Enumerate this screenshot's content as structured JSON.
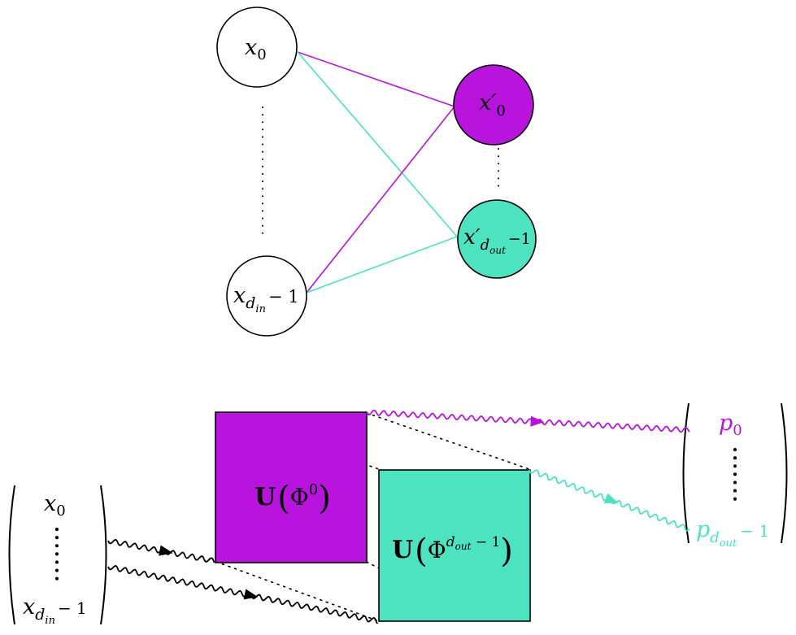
{
  "colors": {
    "magenta": "#b814de",
    "teal": "#4de3c1",
    "black": "#000000",
    "white": "#ffffff"
  },
  "network": {
    "input_first": {
      "base": "x",
      "sub": "0"
    },
    "input_last": {
      "base": "x",
      "sub": "d",
      "subsub": "in",
      "suffix": "− 1"
    },
    "output_first": {
      "base": "x′",
      "sub": "0"
    },
    "output_last": {
      "base": "x′",
      "sub": "d",
      "subsub": "out",
      "suffix": "−1"
    }
  },
  "pipeline": {
    "input_vector": {
      "top": {
        "base": "x",
        "sub": "0"
      },
      "bottom": {
        "base": "x",
        "sub": "d",
        "subsub": "in",
        "suffix": "− 1"
      }
    },
    "unitary_first": {
      "op": "U",
      "arg": "Φ",
      "sup": "0"
    },
    "unitary_last": {
      "op": "U",
      "arg": "Φ",
      "sup": "d",
      "supsub": "out",
      "supsuffix": " − 1"
    },
    "output_vector": {
      "top": {
        "base": "p",
        "sub": "0"
      },
      "bottom": {
        "base": "p",
        "sub": "d",
        "subsub": "out",
        "suffix": "− 1"
      }
    }
  }
}
